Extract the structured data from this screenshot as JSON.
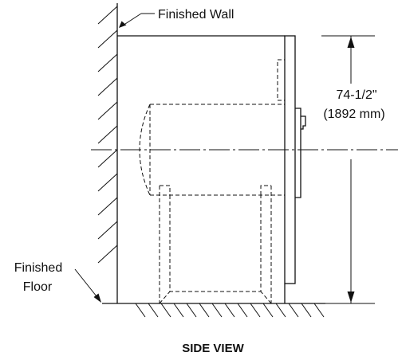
{
  "labels": {
    "finished_wall": "Finished Wall",
    "finished_floor_line1": "Finished",
    "finished_floor_line2": "Floor",
    "dimension_in": "74-1/2\"",
    "dimension_mm": "(1892 mm)",
    "view_title": "SIDE VIEW"
  }
}
